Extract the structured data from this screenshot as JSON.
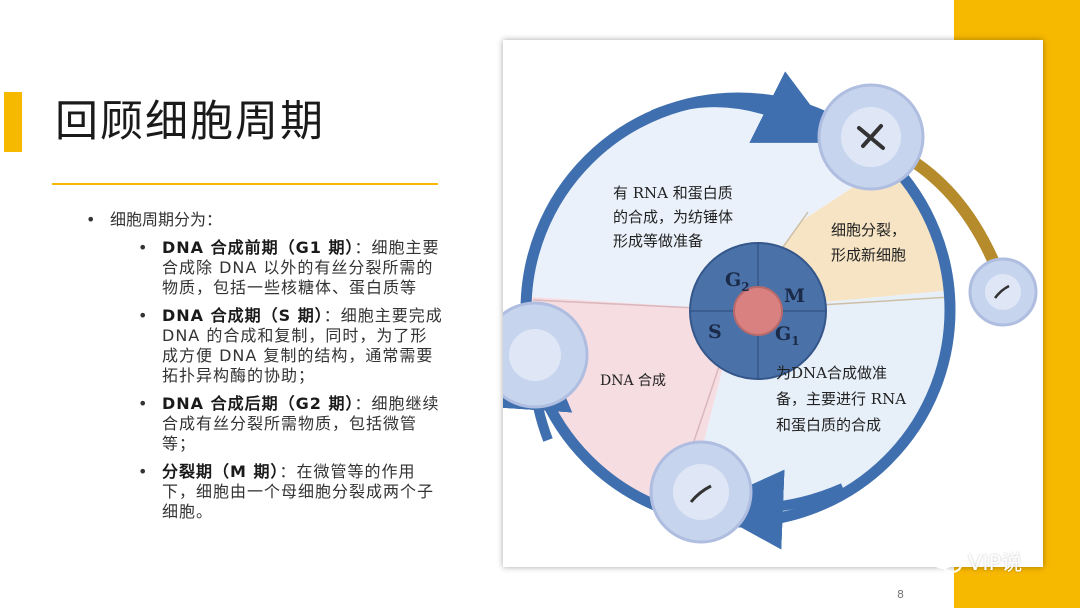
{
  "slide": {
    "title": "回顾细胞周期",
    "page_number": "8",
    "accent_color": "#f7b800"
  },
  "content": {
    "intro": "细胞周期分为：",
    "items": [
      {
        "term": "DNA 合成前期（G1 期）",
        "sep": "：",
        "desc": "细胞主要合成除 DNA 以外的有丝分裂所需的物质，包括一些核糖体、蛋白质等"
      },
      {
        "term": "DNA 合成期（S 期）",
        "sep": "：",
        "desc": "细胞主要完成 DNA 的合成和复制，同时，为了形成方便 DNA 复制的结构，通常需要拓扑异构酶的协助；"
      },
      {
        "term": "DNA 合成后期（G2 期）",
        "sep": "：",
        "desc": "细胞继续合成有丝分裂所需物质，包括微管等；"
      },
      {
        "term": "分裂期（M 期）",
        "sep": "：",
        "desc": "在微管等的作用下，细胞由一个母细胞分裂成两个子细胞。"
      }
    ]
  },
  "diagram": {
    "text_g2_1": "有 RNA 和蛋白质",
    "text_g2_2": "的合成，为纺锤体",
    "text_g2_3": "形成等做准备",
    "text_m_1": "细胞分裂，",
    "text_m_2": "形成新细胞",
    "text_s": "DNA 合成",
    "text_g1_1": "为DNA合成做准",
    "text_g1_2": "备，主要进行 RNA",
    "text_g1_3": "和蛋白质的合成",
    "label_g2": "G",
    "label_g2_sub": "2",
    "label_m": "M",
    "label_s": "S",
    "label_g1": "G",
    "label_g1_sub": "1",
    "colors": {
      "ring": "#3f6fae",
      "hub": "#4a72a8",
      "nucleus": "#d98080",
      "sector_g1": "#e7eff9",
      "sector_s": "#f6dde2",
      "sector_m": "#f6e4c4",
      "sector_g2": "#eaf1fb",
      "cell": "#c7d4ee",
      "arrow_m": "#b58b2c"
    }
  },
  "watermark": {
    "icon": "wechat-icon",
    "text": "VIP说"
  }
}
